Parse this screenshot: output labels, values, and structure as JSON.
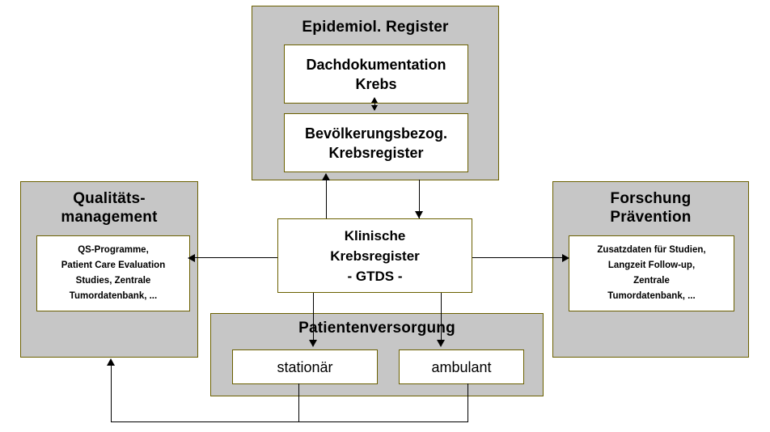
{
  "diagram": {
    "title_context": "Klinische Krebsregister GTDS Datenfluss",
    "colors": {
      "panel_fill": "#c6c6c6",
      "box_fill": "#ffffff",
      "border": "#6b6000",
      "line": "#000000",
      "background": "#ffffff"
    }
  },
  "panels": {
    "epidemiological_register": {
      "title": "Epidemiol. Register",
      "boxes": [
        {
          "label": "Dachdokumentation\nKrebs"
        },
        {
          "label": "Bevölkerungsbezog.\nKrebsregister"
        }
      ]
    },
    "quality_management": {
      "title": "Qualitäts-\nmanagement",
      "boxes": [
        {
          "label": "QS-Programme,\nPatient Care Evaluation\nStudies, Zentrale\nTumordatenbank, ..."
        }
      ]
    },
    "research_prevention": {
      "title": "Forschung\nPrävention",
      "boxes": [
        {
          "label": "Zusatzdaten für Studien,\nLangzeit Follow-up,\nZentrale\nTumordatenbank, ..."
        }
      ]
    },
    "patient_care": {
      "title": "Patientenversorgung",
      "boxes": [
        {
          "label": "stationär"
        },
        {
          "label": "ambulant"
        }
      ]
    }
  },
  "center": {
    "label": "Klinische\nKrebsregister\n- GTDS -"
  },
  "connectors": [
    {
      "name": "dachdokumentation-bevoelkerungsbezog",
      "kind": "double-arrow-vertical"
    },
    {
      "name": "klinische-to-bevoelkerungsbezog",
      "kind": "arrow-up"
    },
    {
      "name": "epidemiol-to-klinische",
      "kind": "arrow-down"
    },
    {
      "name": "klinische-to-qualitaetsmanagement",
      "kind": "arrow-left"
    },
    {
      "name": "klinische-to-forschung",
      "kind": "arrow-right"
    },
    {
      "name": "klinische-to-stationaer",
      "kind": "arrow-down"
    },
    {
      "name": "klinische-to-ambulant",
      "kind": "arrow-down"
    },
    {
      "name": "patientenversorgung-feedback-to-qualitaetsmanagement",
      "kind": "arrow-up"
    }
  ]
}
